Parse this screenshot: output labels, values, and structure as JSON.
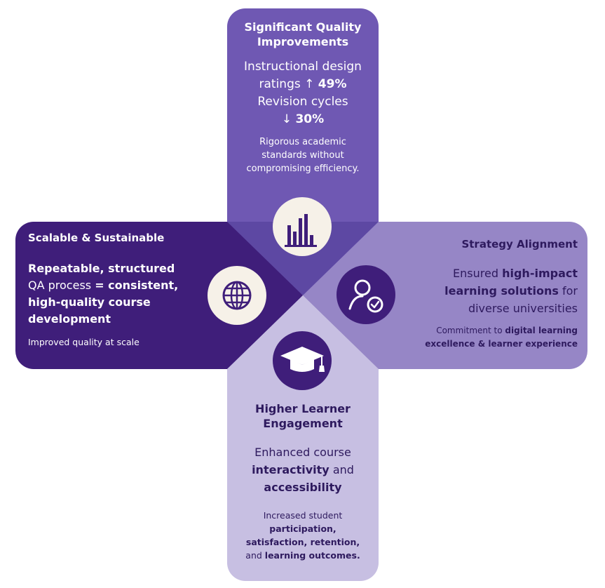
{
  "colors": {
    "top": "#6f58b3",
    "top_dark": "#5d48a3",
    "left": "#3f1e7a",
    "right": "#9686c6",
    "bottom": "#c7bfe2",
    "icon_bg": "#f6f1e8",
    "icon_fg": "#3f1e7a",
    "dark_circle": "#3f1e7a"
  },
  "top": {
    "title_line1": "Significant Quality",
    "title_line2": "Improvements",
    "metric1_line1": "Instructional design",
    "metric1_prefix": "ratings",
    "metric1_arrow": "↑",
    "metric1_value": "49%",
    "metric2_line1": "Revision cycles",
    "metric2_arrow": "↓",
    "metric2_value": "30%",
    "desc_line1": "Rigorous academic",
    "desc_line2": "standards without",
    "desc_line3": "compromising efficiency.",
    "icon": "bar-chart-icon"
  },
  "left": {
    "title": "Scalable & Sustainable",
    "l1": "Repeatable, structured",
    "l2_a": "QA process ",
    "l2_b": "= consistent,",
    "l3": "high-quality course",
    "l4": "development",
    "desc": "Improved quality at scale",
    "icon": "globe-icon"
  },
  "right": {
    "title": "Strategy Alignment",
    "l1_a": "Ensured ",
    "l1_b": "high-impact",
    "l2_a": "learning solutions",
    "l2_b": " for",
    "l3": "diverse universities",
    "d1_a": "Commitment to ",
    "d1_b": "digital learning",
    "d2": "excellence & learner experience",
    "icon": "user-check-icon"
  },
  "bottom": {
    "title_line1": "Higher Learner",
    "title_line2": "Engagement",
    "l1": "Enhanced course",
    "l2_a": "interactivity",
    "l2_b": " and",
    "l3": "accessibility",
    "d1": "Increased student",
    "d2": "participation,",
    "d3": "satisfaction, retention,",
    "d4_a": "and ",
    "d4_b": "learning outcomes.",
    "icon": "graduation-cap-icon"
  }
}
